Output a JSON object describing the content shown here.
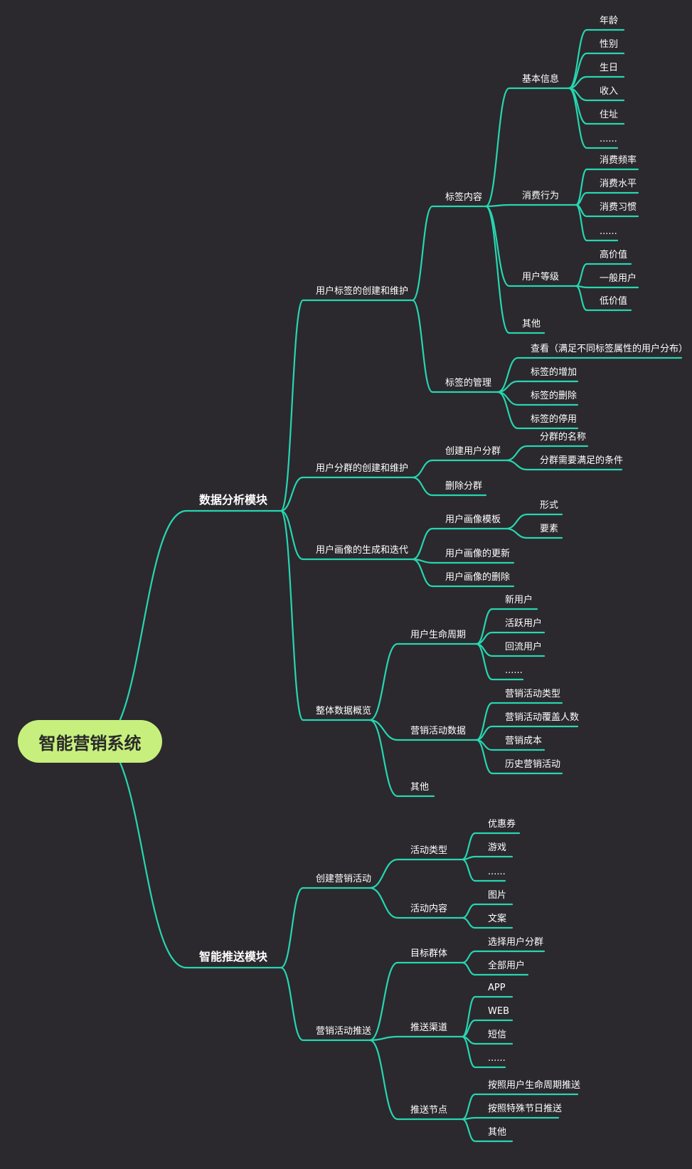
{
  "root": "智能营销系统",
  "nodes": [
    {
      "id": "a",
      "parent": "root",
      "label": "数据分析模块",
      "level": 1
    },
    {
      "id": "b",
      "parent": "root",
      "label": "智能推送模块",
      "level": 1
    },
    {
      "id": "a1",
      "parent": "a",
      "label": "用户标签的创建和维护"
    },
    {
      "id": "a1a",
      "parent": "a1",
      "label": "标签内容"
    },
    {
      "id": "a1a1",
      "parent": "a1a",
      "label": "基本信息"
    },
    {
      "id": "a1a1a",
      "parent": "a1a1",
      "label": "年龄"
    },
    {
      "id": "a1a1b",
      "parent": "a1a1",
      "label": "性别"
    },
    {
      "id": "a1a1c",
      "parent": "a1a1",
      "label": "生日"
    },
    {
      "id": "a1a1d",
      "parent": "a1a1",
      "label": "收入"
    },
    {
      "id": "a1a1e",
      "parent": "a1a1",
      "label": "住址"
    },
    {
      "id": "a1a1f",
      "parent": "a1a1",
      "label": "......"
    },
    {
      "id": "a1a2",
      "parent": "a1a",
      "label": "消费行为"
    },
    {
      "id": "a1a2a",
      "parent": "a1a2",
      "label": "消费频率"
    },
    {
      "id": "a1a2b",
      "parent": "a1a2",
      "label": "消费水平"
    },
    {
      "id": "a1a2c",
      "parent": "a1a2",
      "label": "消费习惯"
    },
    {
      "id": "a1a2d",
      "parent": "a1a2",
      "label": "......"
    },
    {
      "id": "a1a3",
      "parent": "a1a",
      "label": "用户等级"
    },
    {
      "id": "a1a3a",
      "parent": "a1a3",
      "label": "高价值"
    },
    {
      "id": "a1a3b",
      "parent": "a1a3",
      "label": "一般用户"
    },
    {
      "id": "a1a3c",
      "parent": "a1a3",
      "label": "低价值"
    },
    {
      "id": "a1a4",
      "parent": "a1a",
      "label": "其他"
    },
    {
      "id": "a1b",
      "parent": "a1",
      "label": "标签的管理"
    },
    {
      "id": "a1b1",
      "parent": "a1b",
      "label": "查看（满足不同标签属性的用户分布）"
    },
    {
      "id": "a1b2",
      "parent": "a1b",
      "label": "标签的增加"
    },
    {
      "id": "a1b3",
      "parent": "a1b",
      "label": "标签的删除"
    },
    {
      "id": "a1b4",
      "parent": "a1b",
      "label": "标签的停用"
    },
    {
      "id": "a2",
      "parent": "a",
      "label": "用户分群的创建和维护"
    },
    {
      "id": "a2a",
      "parent": "a2",
      "label": "创建用户分群"
    },
    {
      "id": "a2a1",
      "parent": "a2a",
      "label": "分群的名称"
    },
    {
      "id": "a2a2",
      "parent": "a2a",
      "label": "分群需要满足的条件"
    },
    {
      "id": "a2b",
      "parent": "a2",
      "label": "删除分群"
    },
    {
      "id": "a3",
      "parent": "a",
      "label": "用户画像的生成和迭代"
    },
    {
      "id": "a3a",
      "parent": "a3",
      "label": "用户画像模板"
    },
    {
      "id": "a3a1",
      "parent": "a3a",
      "label": "形式"
    },
    {
      "id": "a3a2",
      "parent": "a3a",
      "label": "要素"
    },
    {
      "id": "a3b",
      "parent": "a3",
      "label": "用户画像的更新"
    },
    {
      "id": "a3c",
      "parent": "a3",
      "label": "用户画像的删除"
    },
    {
      "id": "a4",
      "parent": "a",
      "label": "整体数据概览"
    },
    {
      "id": "a4a",
      "parent": "a4",
      "label": "用户生命周期"
    },
    {
      "id": "a4a1",
      "parent": "a4a",
      "label": "新用户"
    },
    {
      "id": "a4a2",
      "parent": "a4a",
      "label": "活跃用户"
    },
    {
      "id": "a4a3",
      "parent": "a4a",
      "label": "回流用户"
    },
    {
      "id": "a4a4",
      "parent": "a4a",
      "label": "......"
    },
    {
      "id": "a4b",
      "parent": "a4",
      "label": "营销活动数据"
    },
    {
      "id": "a4b1",
      "parent": "a4b",
      "label": "营销活动类型"
    },
    {
      "id": "a4b2",
      "parent": "a4b",
      "label": "营销活动覆盖人数"
    },
    {
      "id": "a4b3",
      "parent": "a4b",
      "label": "营销成本"
    },
    {
      "id": "a4b4",
      "parent": "a4b",
      "label": "历史营销活动"
    },
    {
      "id": "a4c",
      "parent": "a4",
      "label": "其他"
    },
    {
      "id": "b1",
      "parent": "b",
      "label": "创建营销活动"
    },
    {
      "id": "b1a",
      "parent": "b1",
      "label": "活动类型"
    },
    {
      "id": "b1a1",
      "parent": "b1a",
      "label": "优惠券"
    },
    {
      "id": "b1a2",
      "parent": "b1a",
      "label": "游戏"
    },
    {
      "id": "b1a3",
      "parent": "b1a",
      "label": "......"
    },
    {
      "id": "b1b",
      "parent": "b1",
      "label": "活动内容"
    },
    {
      "id": "b1b1",
      "parent": "b1b",
      "label": "图片"
    },
    {
      "id": "b1b2",
      "parent": "b1b",
      "label": "文案"
    },
    {
      "id": "b2",
      "parent": "b",
      "label": "营销活动推送"
    },
    {
      "id": "b2a",
      "parent": "b2",
      "label": "目标群体"
    },
    {
      "id": "b2a1",
      "parent": "b2a",
      "label": "选择用户分群"
    },
    {
      "id": "b2a2",
      "parent": "b2a",
      "label": "全部用户"
    },
    {
      "id": "b2b",
      "parent": "b2",
      "label": "推送渠道"
    },
    {
      "id": "b2b1",
      "parent": "b2b",
      "label": "APP"
    },
    {
      "id": "b2b2",
      "parent": "b2b",
      "label": "WEB"
    },
    {
      "id": "b2b3",
      "parent": "b2b",
      "label": "短信"
    },
    {
      "id": "b2b4",
      "parent": "b2b",
      "label": "......"
    },
    {
      "id": "b2c",
      "parent": "b2",
      "label": "推送节点"
    },
    {
      "id": "b2c1",
      "parent": "b2c",
      "label": "按照用户生命周期推送"
    },
    {
      "id": "b2c2",
      "parent": "b2c",
      "label": "按照特殊节日推送"
    },
    {
      "id": "b2c3",
      "parent": "b2c",
      "label": "其他"
    }
  ],
  "colors": {
    "background": "#2b292e",
    "edge": "#27d6b0",
    "root_fill": "#c7ef7d",
    "text": "#ffffff"
  }
}
